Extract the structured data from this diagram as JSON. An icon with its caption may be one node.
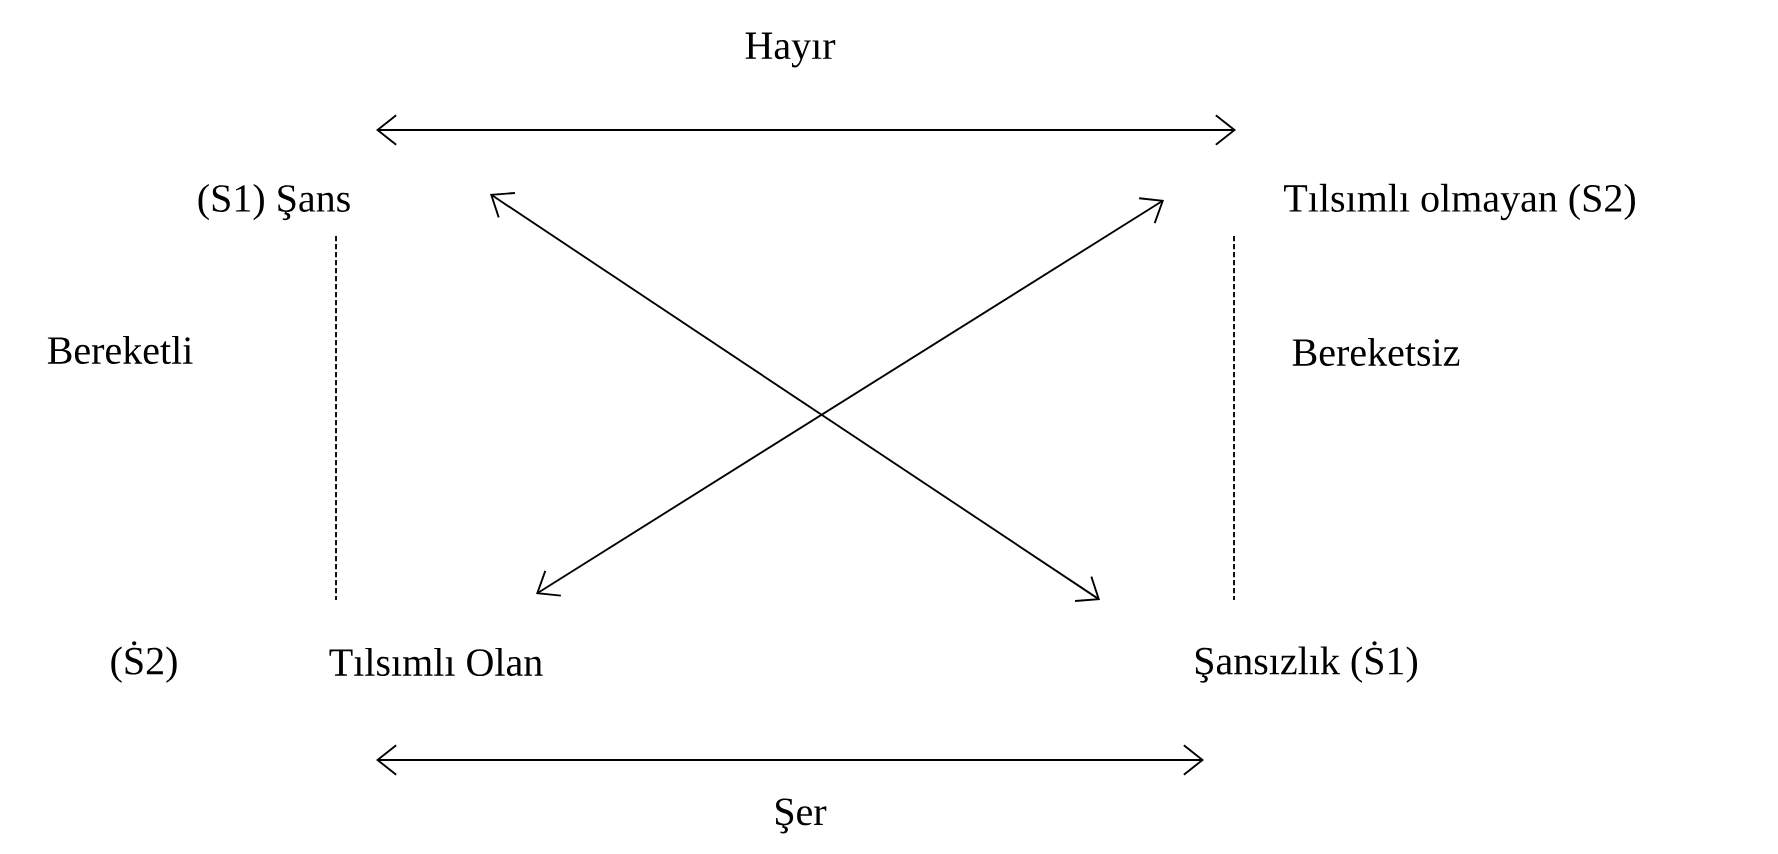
{
  "diagram": {
    "nodes": [
      {
        "text": [
          "(S1) Şans"
        ]
      },
      {
        "text": [
          "Tılsımlı olmayan (S2)"
        ]
      },
      {
        "text": [
          "Tılsımlı Olan"
        ],
        "beside": [
          "(Ṡ2)"
        ]
      },
      {
        "text": [
          "Şansızlık (Ṡ1)"
        ]
      }
    ],
    "edges": [
      {
        "from": 0,
        "to": 1,
        "arrow": "both",
        "label": "Hayır"
      },
      {
        "from": 2,
        "to": 3,
        "arrow": "both",
        "label": "Şer"
      },
      {
        "from": 0,
        "to": 3,
        "arrow": "both"
      },
      {
        "from": 1,
        "to": 2,
        "arrow": "both"
      },
      {
        "from": 0,
        "to": 2,
        "arrow": "none",
        "style": "dashed",
        "label": "Bereketli"
      },
      {
        "from": 1,
        "to": 3,
        "arrow": "none",
        "style": "dashed",
        "label": "Bereketsiz"
      }
    ]
  }
}
